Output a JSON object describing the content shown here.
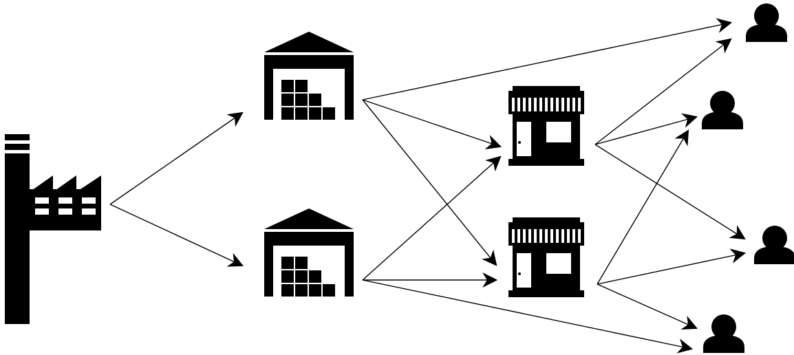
{
  "diagram": {
    "type": "supply-chain-network",
    "colors": {
      "ink": "#000000",
      "background": "#ffffff"
    },
    "nodes": [
      {
        "id": "factory",
        "kind": "factory",
        "icon": "factory-icon"
      },
      {
        "id": "warehouse-1",
        "kind": "warehouse",
        "icon": "warehouse-icon"
      },
      {
        "id": "warehouse-2",
        "kind": "warehouse",
        "icon": "warehouse-icon"
      },
      {
        "id": "store-1",
        "kind": "store",
        "icon": "store-icon"
      },
      {
        "id": "store-2",
        "kind": "store",
        "icon": "store-icon"
      },
      {
        "id": "customer-1",
        "kind": "customer",
        "icon": "person-icon"
      },
      {
        "id": "customer-2",
        "kind": "customer",
        "icon": "person-icon"
      },
      {
        "id": "customer-3",
        "kind": "customer",
        "icon": "person-icon"
      },
      {
        "id": "customer-4",
        "kind": "customer",
        "icon": "person-icon"
      }
    ],
    "edges": [
      {
        "from": "factory",
        "to": "warehouse-1"
      },
      {
        "from": "factory",
        "to": "warehouse-2"
      },
      {
        "from": "warehouse-1",
        "to": "customer-1"
      },
      {
        "from": "warehouse-1",
        "to": "store-1"
      },
      {
        "from": "warehouse-1",
        "to": "store-2"
      },
      {
        "from": "warehouse-2",
        "to": "store-1"
      },
      {
        "from": "warehouse-2",
        "to": "store-2"
      },
      {
        "from": "warehouse-2",
        "to": "customer-4"
      },
      {
        "from": "store-1",
        "to": "customer-1"
      },
      {
        "from": "store-1",
        "to": "customer-2"
      },
      {
        "from": "store-1",
        "to": "customer-3"
      },
      {
        "from": "store-2",
        "to": "customer-2"
      },
      {
        "from": "store-2",
        "to": "customer-3"
      },
      {
        "from": "store-2",
        "to": "customer-4"
      }
    ]
  }
}
